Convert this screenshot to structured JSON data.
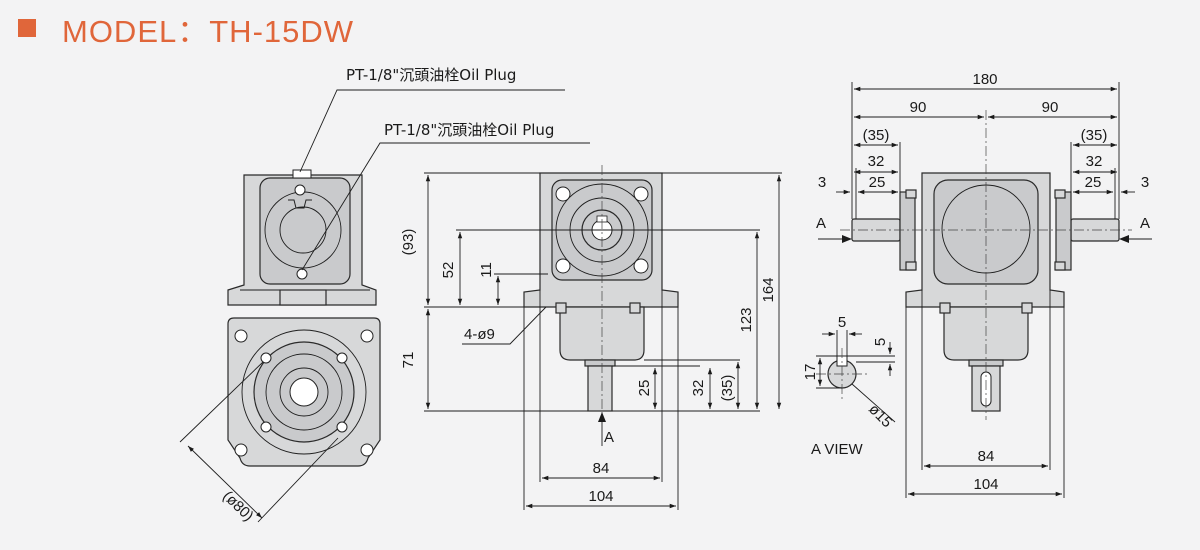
{
  "header": {
    "title": "MODEL：TH-15DW",
    "accent_color": "#e0663a"
  },
  "labels": {
    "oil_plug_1": "PT-1/8\"沉頭油栓Oil Plug",
    "oil_plug_2": "PT-1/8\"沉頭油栓Oil Plug",
    "a_view": "A VIEW",
    "arrow_a_left": "A",
    "arrow_a_right": "A",
    "arrow_a_bottom": "A"
  },
  "dimensions": {
    "d180": "180",
    "d90_left": "90",
    "d90_right": "90",
    "d35_left": "(35)",
    "d35_right": "(35)",
    "d32_left": "32",
    "d32_right": "32",
    "d25_left": "25",
    "d25_right": "25",
    "d3_left": "3",
    "d3_right": "3",
    "d93": "(93)",
    "d52": "52",
    "d11": "11",
    "d71": "71",
    "d4phi9": "4-ø9",
    "d123": "123",
    "d164": "164",
    "d25_shaft": "25",
    "d32_shaft": "32",
    "d35_shaft": "(35)",
    "d84_front": "84",
    "d104_front": "104",
    "d84_side": "84",
    "d104_side": "104",
    "d80": "(ø80)",
    "key5_w": "5",
    "key5_h": "5",
    "key17": "17",
    "phi15": "ø15"
  }
}
